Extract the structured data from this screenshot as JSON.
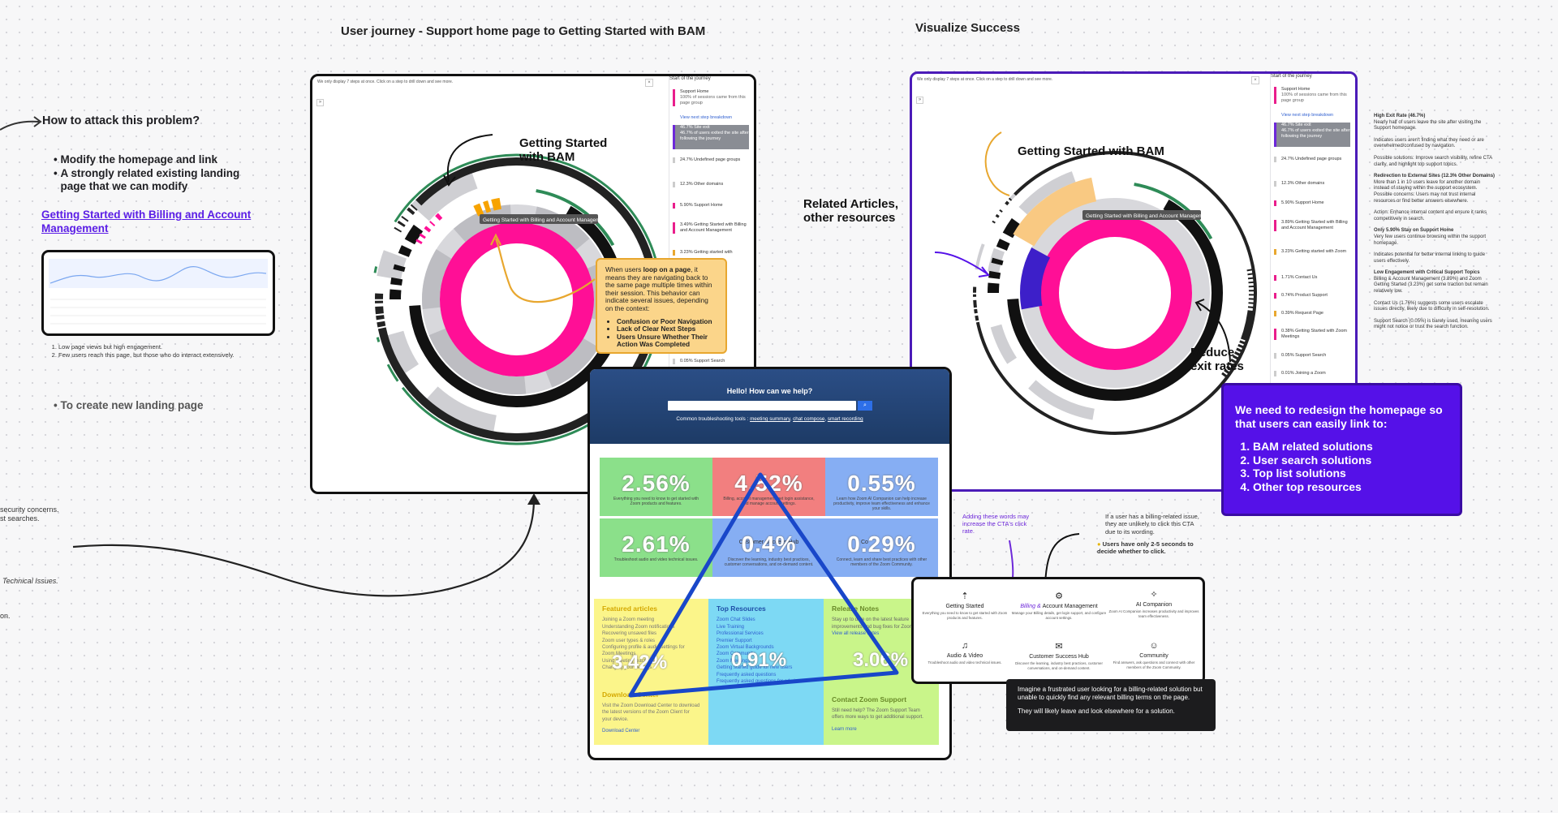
{
  "titles": {
    "journey": "User journey  - Support home page to Getting Started with BAM",
    "success": "Visualize Success"
  },
  "left": {
    "heading": "How to attack this problem?",
    "bullets": [
      "Modify the homepage and link",
      "A strongly related existing landing page that we can modify"
    ],
    "link": "Getting Started with Billing and Account Management",
    "notes": [
      "Low page views but high engagement.",
      "Few users reach this page, but those who do interact extensively."
    ],
    "create": "To create new landing page",
    "cut_text": [
      "security concerns.",
      "st searches.",
      "Technical Issues.",
      "on."
    ]
  },
  "frame1": {
    "topbar": "We only display 7 steps at once. Click on a step to drill down and see more.",
    "list_title": "Start of the journey",
    "list_items": [
      {
        "t": "Support Home",
        "d": "100% of sessions came from this page group"
      },
      {
        "t": "View next step breakdown",
        "d": ""
      },
      {
        "t": "46.7%  Site exit",
        "d": "46.7% of users exited the site after following the journey"
      },
      {
        "t": "24.7%  Undefined page groups",
        "d": ""
      },
      {
        "t": "12.3%  Other domains",
        "d": ""
      },
      {
        "t": "5.90%  Support Home",
        "d": ""
      },
      {
        "t": "3.49%  Getting Started with Billing and Account Management",
        "d": ""
      },
      {
        "t": "3.23%  Getting started with",
        "d": ""
      },
      {
        "t": "0.05%  Support Search",
        "d": ""
      }
    ],
    "tooltip": "Getting Started with Billing and Account Management",
    "annot": "Getting Started with BAM"
  },
  "loopbox": {
    "intro_pre": "When users ",
    "intro_bold": "loop on a page",
    "intro_post": ", it means they are navigating back to the same page multiple times within their session. This behavior can indicate several issues, depending on the context:",
    "points": [
      "Confusion or Poor Navigation",
      "Lack of Clear Next Steps",
      "Users Unsure Whether Their Action Was Completed"
    ]
  },
  "frame2": {
    "topbar": "We only display 7 steps at once. Click on a step to drill down and see more.",
    "list_title": "Start of the journey",
    "list_items": [
      {
        "t": "Support Home",
        "d": "100% of sessions came from this page group"
      },
      {
        "t": "View next step breakdown",
        "d": ""
      },
      {
        "t": "46.7%  Site exit",
        "d": "46.7% of users exited the site after following the journey"
      },
      {
        "t": "24.7%  Undefined page groups",
        "d": ""
      },
      {
        "t": "12.3%  Other domains",
        "d": ""
      },
      {
        "t": "5.90%  Support Home",
        "d": ""
      },
      {
        "t": "3.89%  Getting Started with Billing and Account Management",
        "d": ""
      },
      {
        "t": "3.23%  Getting started with Zoom",
        "d": ""
      },
      {
        "t": "1.71%  Contact Us",
        "d": ""
      },
      {
        "t": "0.74%  Product Support",
        "d": ""
      },
      {
        "t": "0.39%  Request Page",
        "d": ""
      },
      {
        "t": "0.38%  Getting Started with Zoom Meetings",
        "d": ""
      },
      {
        "t": "0.05%  Support Search",
        "d": ""
      },
      {
        "t": "0.01%  Joining a Zoom",
        "d": ""
      }
    ],
    "tooltip": "Getting Started with Billing and Account Management",
    "annot_top": "Getting Started with BAM",
    "annot_related": "Related Articles, other resources",
    "annot_exit": "Reduce exit rates"
  },
  "insights": [
    {
      "h": "High Exit Rate (46.7%)",
      "b": "Nearly half of users leave the site after visiting the Support homepage."
    },
    {
      "h": "",
      "b": "Indicates users aren't finding what they need or are overwhelmed/confused by navigation."
    },
    {
      "h": "",
      "b": "Possible solutions: Improve search visibility, refine CTA clarity, and highlight top support topics."
    },
    {
      "h": "Redirection to External Sites (12.3% Other Domains)",
      "b": "More than 1 in 10 users leave for another domain instead of staying within the support ecosystem. Possible concerns: Users may not trust internal resources or find better answers elsewhere."
    },
    {
      "h": "",
      "b": "Action: Enhance internal content and ensure it ranks competitively in search."
    },
    {
      "h": "Only 5.90% Stay on Support Home",
      "b": "Very few users continue browsing within the support homepage."
    },
    {
      "h": "",
      "b": "Indicates potential for better internal linking to guide users effectively."
    },
    {
      "h": "Low Engagement with Critical Support Topics",
      "b": "Billing & Account Management (3.89%) and Zoom Getting Started (3.23%) get some traction but remain relatively low."
    },
    {
      "h": "",
      "b": "Contact Us (1.76%) suggests some users escalate issues directly, likely due to difficulty in self-resolution."
    },
    {
      "h": "",
      "b": "Support Search (0.05%) is barely used, meaning users might not notice or trust the search function."
    }
  ],
  "redesign": {
    "intro": "We need to redesign the homepage so that users can easily link to:",
    "points": [
      "BAM related solutions",
      "User search solutions",
      "Top list solutions",
      "Other top resources"
    ]
  },
  "mock": {
    "hero_title": "Hello! How can we help?",
    "hero_tools_label": "Common troubleshooting tools : ",
    "hero_tools": [
      "meeting summary",
      "chat compose",
      "smart recording"
    ],
    "tiles": [
      {
        "pct": "2.56%",
        "label": "",
        "d": "Everything you need to know to get started with Zoom products and features.",
        "color": "#7ed07a"
      },
      {
        "pct": "4.52%",
        "label": "",
        "d": "Billing, account management, get login assistance, and manage account settings.",
        "color": "#f07b7b"
      },
      {
        "pct": "0.55%",
        "label": "",
        "d": "Learn how Zoom AI Companion can help increase productivity, improve team effectiveness and enhance your skills.",
        "color": "#7ba7f0"
      },
      {
        "pct": "2.61%",
        "label": "",
        "d": "Troubleshoot audio and video technical issues.",
        "color": "#7ed07a"
      },
      {
        "pct": "0.4%",
        "label": "Customer Success Hub",
        "d": "Discover the learning, industry best practices, customer conversations, and on-demand content.",
        "color": "#7ba7f0"
      },
      {
        "pct": "0.29%",
        "label": "Co",
        "d": "Connect, learn and share best practices with other members of the Zoom Community.",
        "color": "#7ba7f0"
      }
    ],
    "featured": {
      "h": "Featured articles",
      "items": [
        "Joining a Zoom meeting",
        "Understanding Zoom notifications",
        "Recovering unsaved files",
        "Zoom user types & roles",
        "Configuring profile & audio settings for",
        "Zoom Meetings",
        "Using meeting reactions",
        "Changing your settings"
      ],
      "pct": "3.42%"
    },
    "resources": {
      "h": "Top Resources",
      "items": [
        "Zoom Chat Slides",
        "Live Training",
        "Professional Services",
        "Premier Support",
        "Zoom Virtual Backgrounds",
        "Zoom Community",
        "Zoom Meetings",
        "Getting started guide for new users",
        "Frequently asked questions",
        "Frequently asked questions for admins"
      ],
      "pct": "0.91%"
    },
    "release": {
      "h": "Release Notes",
      "items": [
        "Stay up to date on the latest feature improvements and bug fixes for Zoom",
        "View all release notes"
      ],
      "pct": "3.06%"
    },
    "download": {
      "h": "Download Center",
      "d": "Visit the Zoom Download Center to download the latest versions of the Zoom Client for your device.",
      "link": "Download Center"
    },
    "contact": {
      "h": "Contact Zoom Support",
      "d": "Still need help? The Zoom Support Team offers more ways to get additional support.",
      "link": "Learn more"
    }
  },
  "cta": {
    "note_purple": "Adding these words may increase the CTA's click rate.",
    "note_a": "If a user has a billing-related issue, they are unlikely to click this CTA due to its wording.",
    "note_b": "Users have only 2-5 seconds to decide whether to click.",
    "cats": [
      {
        "icon": "rocket-icon",
        "t": "Getting Started",
        "d": "Everything you need to know to get started with Zoom products and features."
      },
      {
        "icon": "gear-icon",
        "t": "Account Management",
        "pre": "Billing & ",
        "d": "Manage your Billing details, get login support, and configure account settings."
      },
      {
        "icon": "sparkle-icon",
        "t": "AI Companion",
        "d": "Zoom AI Companion increases productivity and improves team effectiveness."
      },
      {
        "icon": "headphones-icon",
        "t": "Audio & Video",
        "d": "Troubleshoot audio and video technical issues."
      },
      {
        "icon": "chat-icon",
        "t": "Customer Success Hub",
        "d": "Discover the learning, industry best practices, customer conversations, and on-demand content."
      },
      {
        "icon": "people-icon",
        "t": "Community",
        "d": "Find answers, ask questions and connect with other members of the Zoom Community."
      }
    ],
    "dark1": "Imagine a frustrated user looking for a billing-related solution but unable to quickly find any relevant billing terms on the page.",
    "dark2": "They will likely leave and look elsewhere for a solution."
  },
  "colors": {
    "accent_purple": "#5511e8",
    "magenta": "#ff1493",
    "orange": "#e8a72f",
    "blue_marker": "#1947c9"
  }
}
